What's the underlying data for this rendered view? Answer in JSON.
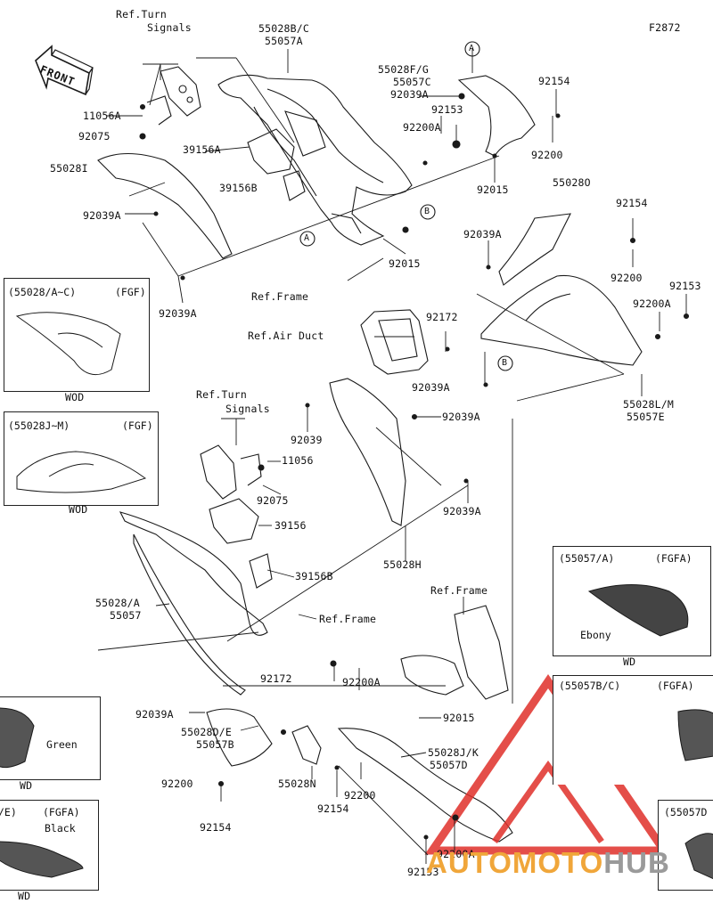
{
  "figure_code": "F2872",
  "front_label": "FRONT",
  "watermark": {
    "part1": "AUTO",
    "part2": "MOTO",
    "part3": "HUB"
  },
  "callouts": [
    {
      "id": "ref-turn-signals-1a",
      "text": "Ref.Turn"
    },
    {
      "id": "ref-turn-signals-1b",
      "text": "Signals"
    },
    {
      "id": "55028bc",
      "text": "55028B/C"
    },
    {
      "id": "55057a-top",
      "text": "55057A"
    },
    {
      "id": "a-circle-top",
      "text": "A"
    },
    {
      "id": "55028fg",
      "text": "55028F/G"
    },
    {
      "id": "55057c",
      "text": "55057C"
    },
    {
      "id": "92039a-1",
      "text": "92039A"
    },
    {
      "id": "92154-1",
      "text": "92154"
    },
    {
      "id": "92153-1",
      "text": "92153"
    },
    {
      "id": "11056a",
      "text": "11056A"
    },
    {
      "id": "92075-1",
      "text": "92075"
    },
    {
      "id": "92200a-1",
      "text": "92200A"
    },
    {
      "id": "39156a",
      "text": "39156A"
    },
    {
      "id": "92200-1",
      "text": "92200"
    },
    {
      "id": "55028i",
      "text": "55028I"
    },
    {
      "id": "39156b-1",
      "text": "39156B"
    },
    {
      "id": "92015-1",
      "text": "92015"
    },
    {
      "id": "55028o",
      "text": "55028O"
    },
    {
      "id": "b-circle-1",
      "text": "B"
    },
    {
      "id": "92154-2",
      "text": "92154"
    },
    {
      "id": "92039a-2",
      "text": "92039A"
    },
    {
      "id": "a-circle-2",
      "text": "A"
    },
    {
      "id": "92039a-3",
      "text": "92039A"
    },
    {
      "id": "92015-2",
      "text": "92015"
    },
    {
      "id": "92200-2",
      "text": "92200"
    },
    {
      "id": "92153-2",
      "text": "92153"
    },
    {
      "id": "ref-frame-1",
      "text": "Ref.Frame"
    },
    {
      "id": "92172-1",
      "text": "92172"
    },
    {
      "id": "92200a-2",
      "text": "92200A"
    },
    {
      "id": "92039a-4",
      "text": "92039A"
    },
    {
      "id": "ref-air-duct",
      "text": "Ref.Air Duct"
    },
    {
      "id": "b-circle-2",
      "text": "B"
    },
    {
      "id": "92039a-5",
      "text": "92039A"
    },
    {
      "id": "55028lm",
      "text": "55028L/M"
    },
    {
      "id": "55057e",
      "text": "55057E"
    },
    {
      "id": "ref-turn-signals-2a",
      "text": "Ref.Turn"
    },
    {
      "id": "ref-turn-signals-2b",
      "text": "Signals"
    },
    {
      "id": "92039-1",
      "text": "92039"
    },
    {
      "id": "92039a-6",
      "text": "92039A"
    },
    {
      "id": "11056",
      "text": "11056"
    },
    {
      "id": "92075-2",
      "text": "92075"
    },
    {
      "id": "92039a-7",
      "text": "92039A"
    },
    {
      "id": "39156",
      "text": "39156"
    },
    {
      "id": "55028h",
      "text": "55028H"
    },
    {
      "id": "39156b-2",
      "text": "39156B"
    },
    {
      "id": "ref-frame-2",
      "text": "Ref.Frame"
    },
    {
      "id": "55028a",
      "text": "55028/A"
    },
    {
      "id": "55057",
      "text": "55057"
    },
    {
      "id": "ref-frame-3",
      "text": "Ref.Frame"
    },
    {
      "id": "92172-2",
      "text": "92172"
    },
    {
      "id": "92200a-3",
      "text": "92200A"
    },
    {
      "id": "92039a-8",
      "text": "92039A"
    },
    {
      "id": "92015-3",
      "text": "92015"
    },
    {
      "id": "55028de",
      "text": "55028D/E"
    },
    {
      "id": "55057b",
      "text": "55057B"
    },
    {
      "id": "55028jk",
      "text": "55028J/K"
    },
    {
      "id": "55057d",
      "text": "55057D"
    },
    {
      "id": "92200-3",
      "text": "92200"
    },
    {
      "id": "55028n",
      "text": "55028N"
    },
    {
      "id": "92200-4",
      "text": "92200"
    },
    {
      "id": "92154-3",
      "text": "92154"
    },
    {
      "id": "92154-4",
      "text": "92154"
    },
    {
      "id": "92200a-4",
      "text": "92200A"
    },
    {
      "id": "92153-3",
      "text": "92153"
    }
  ],
  "inset_boxes": [
    {
      "id": "inset-55028-a-c",
      "code": "(55028/A~C)",
      "variant": "(FGF)",
      "color_label": "",
      "caption": "WOD"
    },
    {
      "id": "inset-55028-j-m",
      "code": "(55028J~M)",
      "variant": "(FGF)",
      "color_label": "",
      "caption": "WOD"
    },
    {
      "id": "inset-55057-a",
      "code": "(55057/A)",
      "variant": "(FGFA)",
      "color_label": "Ebony",
      "caption": "WD"
    },
    {
      "id": "inset-55057-bc",
      "code": "(55057B/C)",
      "variant": "(FGFA)",
      "color_label": "",
      "caption": ""
    },
    {
      "id": "inset-green",
      "code": "",
      "variant": "",
      "color_label": "Green",
      "caption": "WD"
    },
    {
      "id": "inset-black",
      "code": "/E)",
      "variant": "(FGFA)",
      "color_label": "Black",
      "caption": "WD"
    },
    {
      "id": "inset-55057d",
      "code": "(55057D",
      "variant": "",
      "color_label": "",
      "caption": ""
    }
  ],
  "colors": {
    "line": "#1a1a1a",
    "watermark_orange": "#f0a63a",
    "watermark_grey": "#9a9a9a",
    "watermark_red": "#e0302a"
  }
}
